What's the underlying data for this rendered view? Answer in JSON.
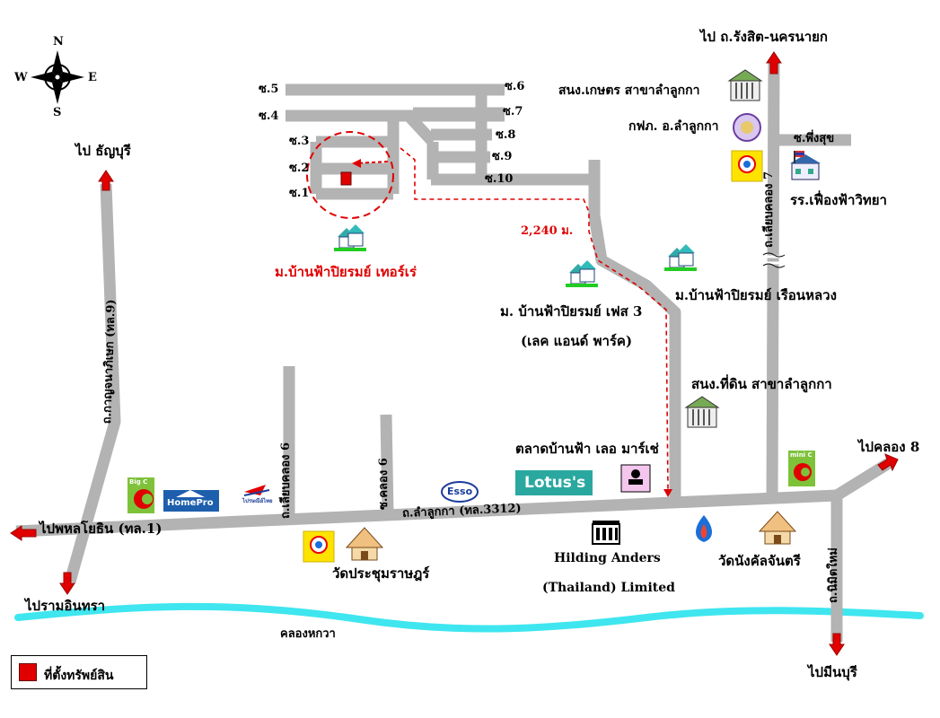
{
  "compass": {
    "n": "N",
    "s": "S",
    "e": "E",
    "w": "W"
  },
  "legend": {
    "label": "ที่ตั้งทรัพย์สิน",
    "color": "#e00000"
  },
  "sois": [
    "ซ.5",
    "ซ.4",
    "ซ.3",
    "ซ.2",
    "ซ.1",
    "ซ.6",
    "ซ.7",
    "ซ.8",
    "ซ.9",
    "ซ.10"
  ],
  "labels": {
    "to_rangsit": "ไป ถ.รังสิต-นครนายก",
    "to_thanyaburi": "ไป ธัญบุรี",
    "to_phahon": "ไปพหลโยธิน (ทล.1)",
    "to_ram_inthra": "ไปรามอินทรา",
    "to_khlong8": "ไปคลอง 8",
    "to_minburi": "ไปมีนบุรี",
    "kanchana_road": "ถ.กาญจนาภิเษก (ทล.9)",
    "khlong6_road": "ถ.เลียบคลอง 6",
    "soi_khlong6": "ซ.คลอง 6",
    "khlong7_road": "ถ.เลียบคลอง 7",
    "nimit_road": "ถ.นิมิตใหม่",
    "lamlukka_road": "ถ.ลำลูกกา (ทล.3312)",
    "khlong_hok_wa": "คลองหกวา",
    "soi_phueng_suk": "ซ.พึ่งสุข",
    "distance": "2,240 ม.",
    "project_terrace": "ม.บ้านฟ้าปิยรมย์ เทอร์เร่",
    "project_phase3_l1": "ม. บ้านฟ้าปิยรมย์ เฟส 3",
    "project_phase3_l2": "(เลค แอนด์ พาร์ค)",
    "project_ruean_luang": "ม.บ้านฟ้าปิยรมย์ เรือนหลวง",
    "agri_office": "สนง.เกษตร สาขาลำลูกกา",
    "pea_office": "กฟภ. อ.ลำลูกกา",
    "land_office": "สนง.ที่ดิน สาขาลำลูกกา",
    "school": "รร.เฟื่องฟ้าวิทยา",
    "market": "ตลาดบ้านฟ้า เลอ มาร์เช่",
    "lotus": "Lotus's",
    "hilding_l1": "Hilding Anders",
    "hilding_l2": "(Thailand) Limited",
    "wat_prachum": "วัดประชุมราษฎร์",
    "wat_nang": "วัดนังคัลจันตรี",
    "esso": "Esso",
    "homepro": "HomePro",
    "big_c": "Big C",
    "mini_c": "mini C",
    "post": "ไปรษณีย์ไทย"
  },
  "colors": {
    "road": "#b0b0b0",
    "canal": "#3fe6ef",
    "accent_red": "#e00000",
    "lotus_teal": "#2aa8a0"
  }
}
